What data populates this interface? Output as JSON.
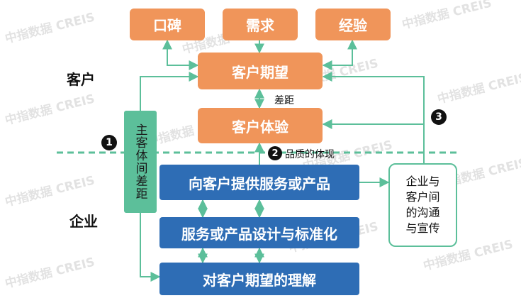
{
  "top_row": [
    "口碑",
    "需求",
    "经验"
  ],
  "customer_expectation": "客户期望",
  "customer_experience": "客户体验",
  "gap_label": "差距",
  "side_customer": "客户",
  "side_enterprise": "企业",
  "vertical_box": "主客体间差距",
  "badges": {
    "one": "1",
    "two": "2",
    "three": "3"
  },
  "quality_label": "品质的体现",
  "enterprise_boxes": [
    "向客户提供服务或产品",
    "服务或产品设计与标准化",
    "对客户期望的理解"
  ],
  "communication_box": "企业与\n客户间\n的沟通\n与宣传",
  "watermark": "中指数据 CREIS",
  "colors": {
    "orange": "#f0955a",
    "blue": "#2e6db5",
    "green": "#5cbf9a"
  }
}
